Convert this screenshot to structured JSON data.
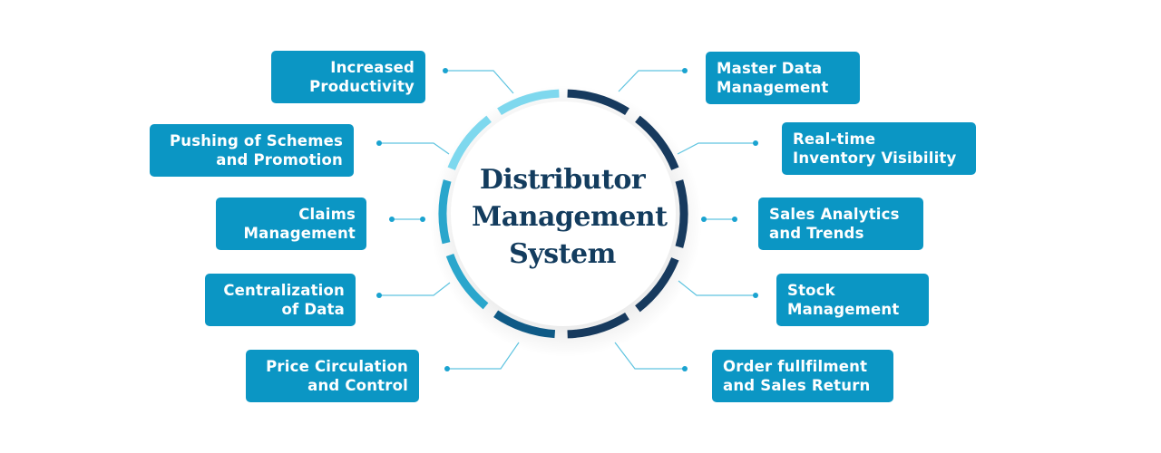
{
  "center": {
    "title_lines": [
      "Distributor",
      "Management",
      "System"
    ]
  },
  "left_boxes": [
    {
      "lines": [
        "Increased",
        "Productivity"
      ]
    },
    {
      "lines": [
        "Pushing of Schemes",
        "and Promotion"
      ]
    },
    {
      "lines": [
        "Claims",
        "Management"
      ]
    },
    {
      "lines": [
        "Centralization",
        "of Data"
      ]
    },
    {
      "lines": [
        "Price Circulation",
        "and Control"
      ]
    }
  ],
  "right_boxes": [
    {
      "lines": [
        "Master Data",
        "Management"
      ]
    },
    {
      "lines": [
        "Real-time",
        "Inventory Visibility"
      ]
    },
    {
      "lines": [
        "Sales Analytics",
        "and Trends"
      ]
    },
    {
      "lines": [
        "Stock",
        "Management"
      ]
    },
    {
      "lines": [
        "Order fullfilment",
        "and Sales Return"
      ]
    }
  ],
  "colors": {
    "box": "#0b96c4",
    "title": "#133c5e",
    "connector": "#5fc4e0",
    "ring_right": "#173a5e",
    "ring_left_light": "#7ed8ee",
    "ring_left_mid": "#2aa6cc",
    "ring_left_dark": "#0f5a86"
  }
}
